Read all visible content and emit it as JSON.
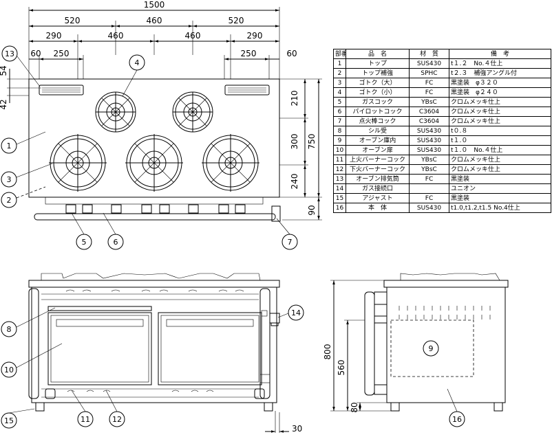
{
  "dimensions": {
    "width_total": "1500",
    "top_row": [
      "520",
      "460",
      "520"
    ],
    "mid_row": [
      "290",
      "460",
      "460",
      "290"
    ],
    "low_left": [
      "60",
      "250"
    ],
    "low_right": [
      "250",
      "60"
    ],
    "left_vertical": [
      "54",
      "42"
    ],
    "right_vertical": [
      "210",
      "300",
      "240"
    ],
    "depth_total": "750",
    "bottom_offset": "90",
    "height_total": "800",
    "height_560": "560",
    "height_80": "80",
    "foot_30": "30"
  },
  "callouts": [
    "1",
    "2",
    "3",
    "4",
    "5",
    "6",
    "7",
    "8",
    "9",
    "10",
    "11",
    "12",
    "13",
    "14",
    "15",
    "16"
  ],
  "parts_table": {
    "headers": [
      "部番",
      "品　名",
      "材　質",
      "備　考"
    ],
    "rows": [
      [
        "1",
        "トップ",
        "SUS430",
        "t１.２　No.４仕上"
      ],
      [
        "2",
        "トップ補強",
        "SPHC",
        "t２.３　補強アングル付"
      ],
      [
        "3",
        "ゴトク（大）",
        "FC",
        "黒塗装　φ３２０"
      ],
      [
        "4",
        "ゴトク（小）",
        "FC",
        "黒塗装　φ２４０"
      ],
      [
        "5",
        "ガスコック",
        "YBsC",
        "クロムメッキ仕上"
      ],
      [
        "6",
        "パイロットコック",
        "C3604",
        "クロムメッキ仕上"
      ],
      [
        "7",
        "点火棒コック",
        "C3604",
        "クロムメッキ仕上"
      ],
      [
        "8",
        "シル受",
        "SUS430",
        "t０.８"
      ],
      [
        "9",
        "オーブン庫内",
        "SUS430",
        "t１.０"
      ],
      [
        "10",
        "オーブン扉",
        "SUS430",
        "t１.０　No.４仕上"
      ],
      [
        "11",
        "上火バーナーコック",
        "YBsC",
        "クロムメッキ仕上"
      ],
      [
        "12",
        "下火バーナーコック",
        "YBsC",
        "クロムメッキ仕上"
      ],
      [
        "13",
        "オーブン排気筒",
        "FC",
        "黒塗装"
      ],
      [
        "14",
        "ガス接続口",
        "",
        "ユニオン"
      ],
      [
        "15",
        "アジャスト",
        "FC",
        "黒塗装"
      ],
      [
        "16",
        "本　体",
        "SUS430",
        "t1.0,t1.2,t1.5 No.4仕上"
      ]
    ]
  }
}
